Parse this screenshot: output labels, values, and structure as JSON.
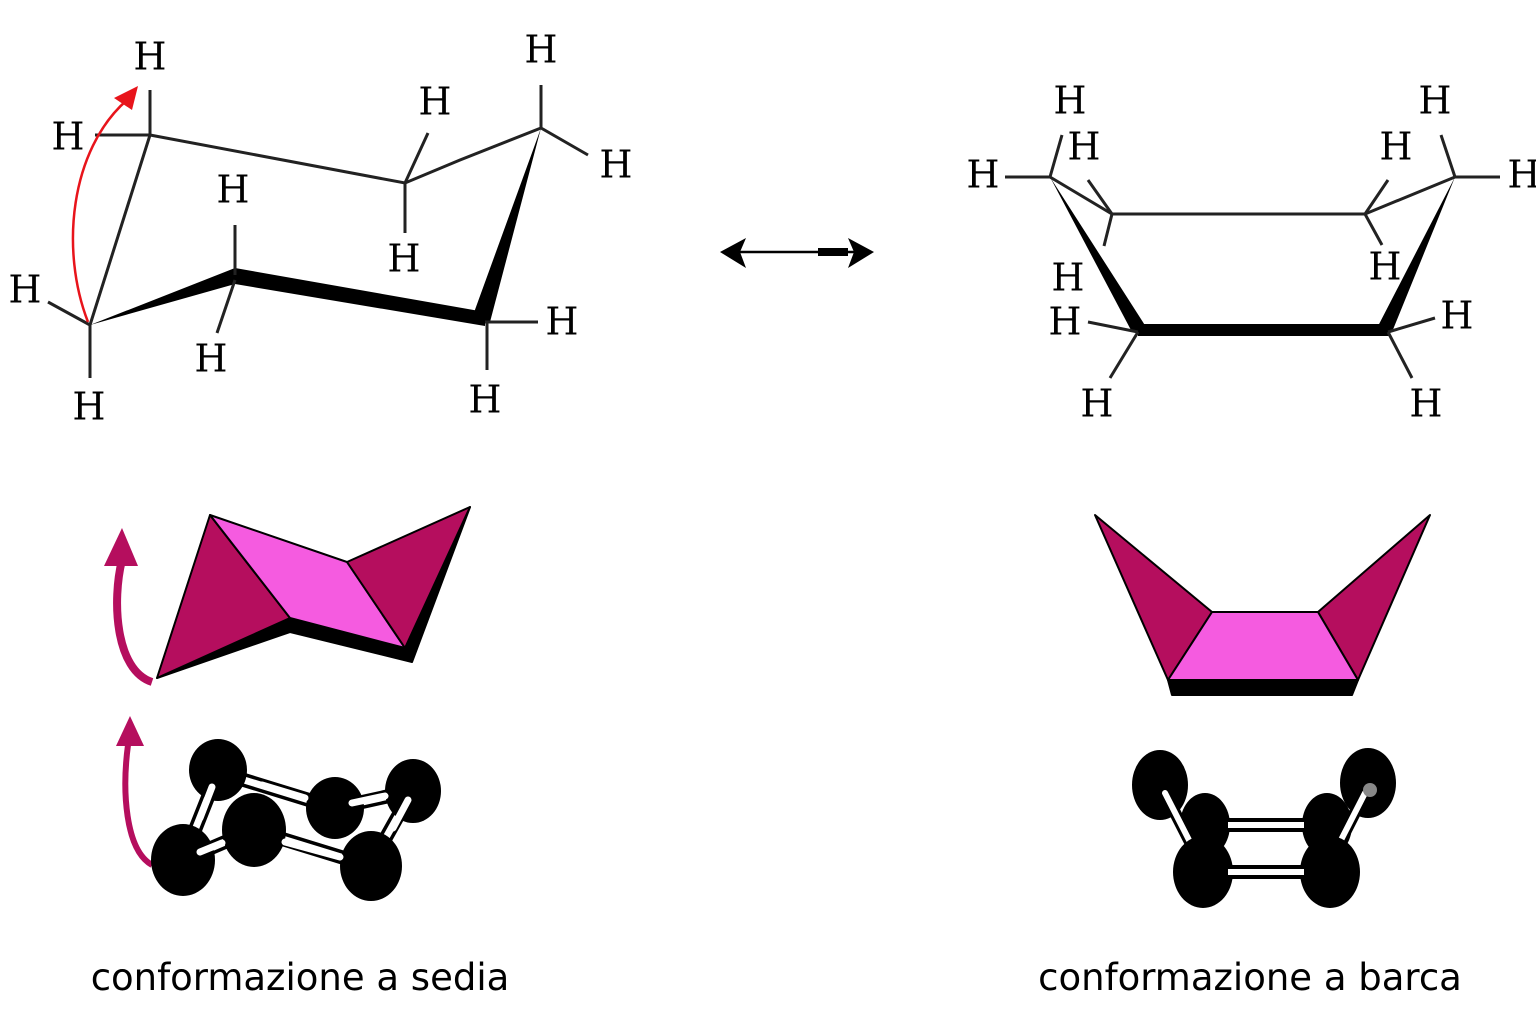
{
  "atoms": {
    "h": "H"
  },
  "captions": {
    "chair": "conformazione a sedia",
    "boat": "conformazione a barca"
  },
  "colors": {
    "dark_magenta": "#B50E5E",
    "light_magenta": "#F55BE0",
    "red_arrow": "#E8141B",
    "flip_arrow": "#B50E5E"
  }
}
